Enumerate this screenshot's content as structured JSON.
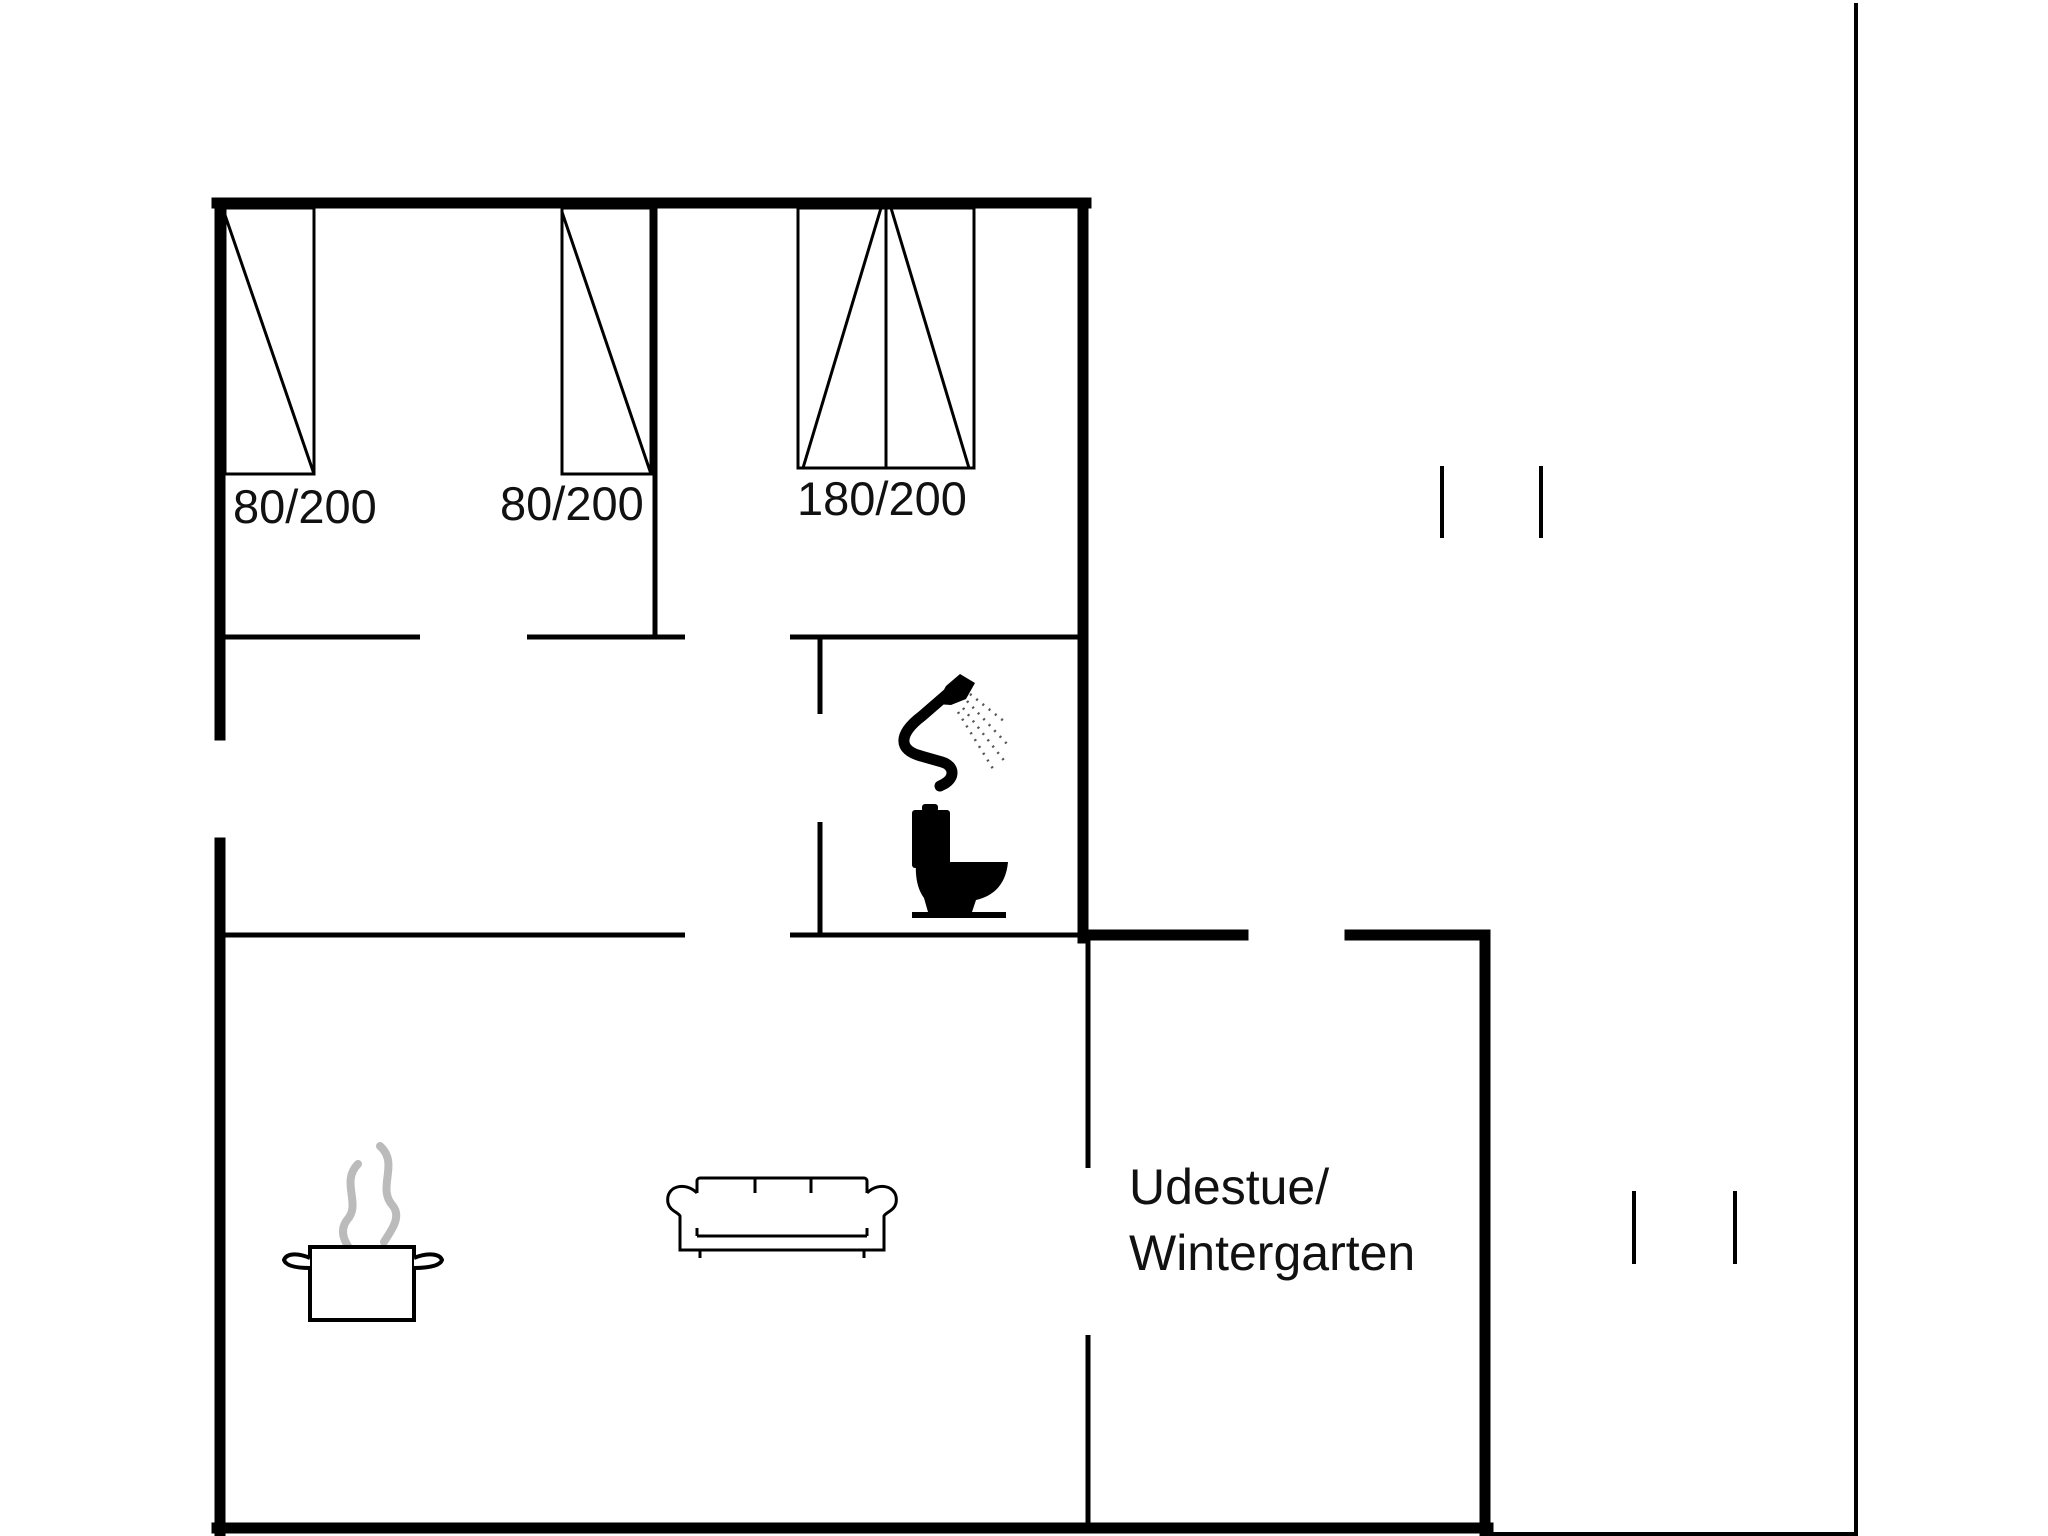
{
  "bedrooms": [
    {
      "bed_label": "80/200"
    },
    {
      "bed_label": "80/200"
    },
    {
      "bed_label": "180/200"
    }
  ],
  "conservatory": {
    "line1": "Udestue/",
    "line2": "Wintergarten"
  },
  "icons": [
    "shower-icon",
    "toilet-icon",
    "cooking-pot-icon",
    "sofa-icon"
  ],
  "colors": {
    "wall": "#000000",
    "background": "#ffffff",
    "steam": "#bbbbbb"
  }
}
